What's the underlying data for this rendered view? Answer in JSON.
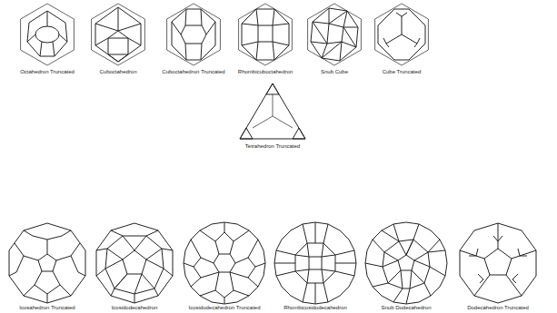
{
  "diagram": {
    "labels": [
      "Octahedron Truncated",
      "Cuboctahedron",
      "Cuboctahedron Truncated",
      "Rhombicuboctahedron",
      "Snub Cube",
      "Cube Truncated",
      "Tetrahedron Truncated",
      "Icosahedron Truncated",
      "Icosidodecahedron",
      "Icosidodecahedron Truncated",
      "Rhombicosidodecahedron",
      "Snub Dodecahedron",
      "Dodecahedron Truncated"
    ]
  }
}
